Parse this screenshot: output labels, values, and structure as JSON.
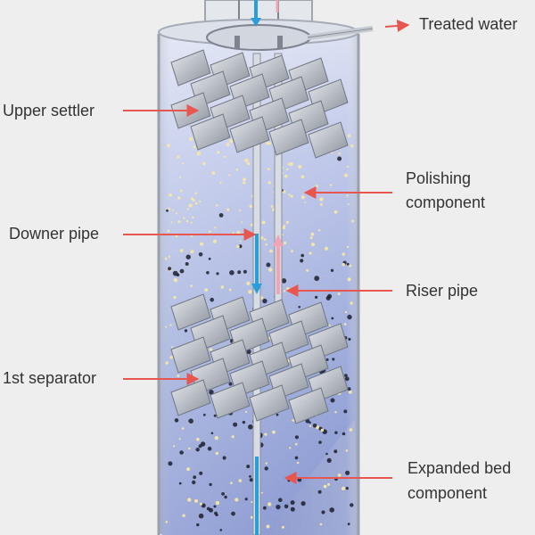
{
  "labels": {
    "treated_water": "Treated water",
    "upper_settler": "Upper settler",
    "polishing_component_line1": "Polishing",
    "polishing_component_line2": "component",
    "downer_pipe": "Downer pipe",
    "riser_pipe": "Riser pipe",
    "first_separator": "1st separator",
    "expanded_bed_line1": "Expanded bed",
    "expanded_bed_line2": "component"
  },
  "colors": {
    "background": "#eeeeee",
    "label_text": "#333333",
    "pointer_arrow": "#e8574f",
    "downflow_arrow": "#2a9ed9",
    "upflow_arrow": "#f0a4b4",
    "vessel_liquid": "#8f9fd6",
    "settler_plates": "#aeb4bc"
  },
  "icons": {
    "downflow": "blue-down-arrow",
    "upflow": "pink-up-arrow",
    "pointer": "red-pointer-arrow"
  }
}
